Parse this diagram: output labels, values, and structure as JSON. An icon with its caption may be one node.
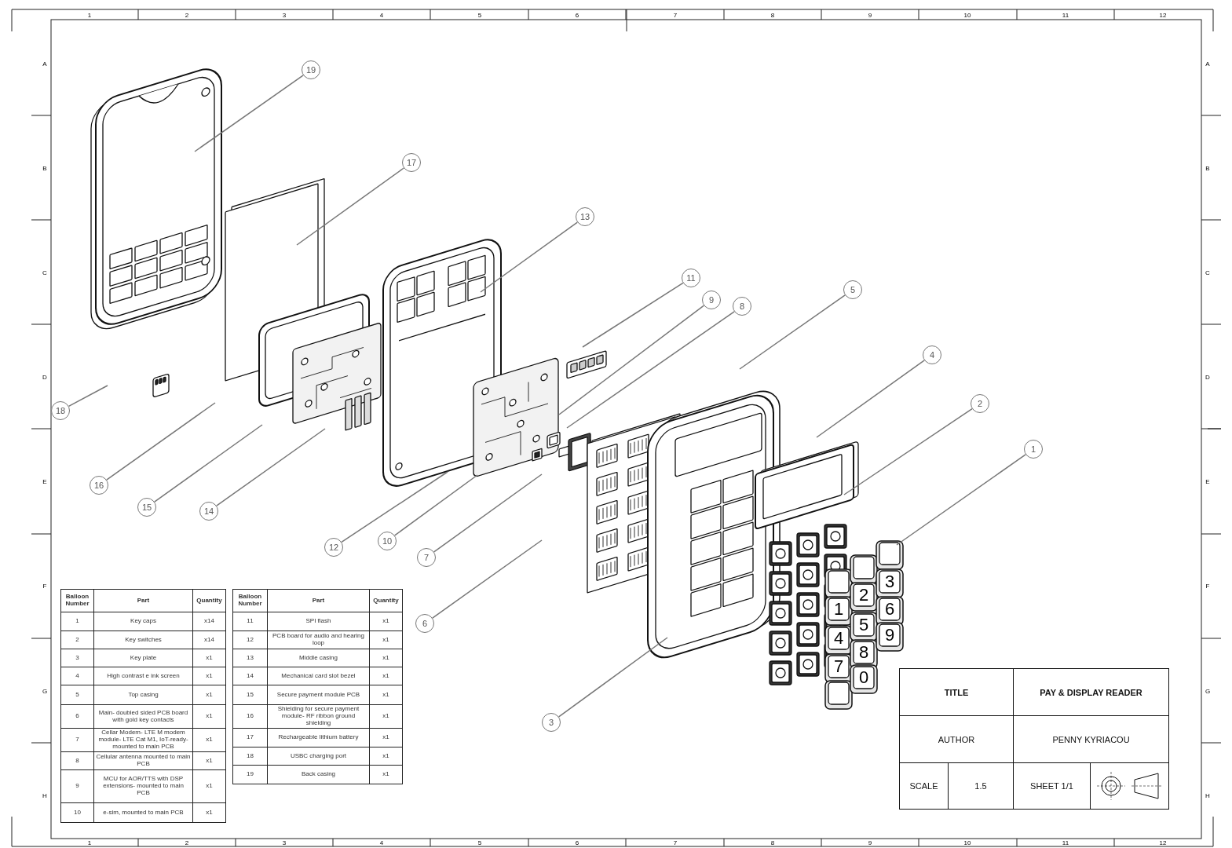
{
  "diagram": {
    "nodes": [
      {
        "text": [
          "19"
        ]
      },
      {
        "text": [
          "17"
        ]
      },
      {
        "text": [
          "13"
        ]
      },
      {
        "text": [
          "11"
        ]
      },
      {
        "text": [
          "5"
        ]
      },
      {
        "text": [
          "9"
        ]
      },
      {
        "text": [
          "8"
        ]
      },
      {
        "text": [
          "4"
        ]
      },
      {
        "text": [
          "2"
        ]
      },
      {
        "text": [
          "18"
        ]
      },
      {
        "text": [
          "1"
        ]
      },
      {
        "text": [
          "16"
        ]
      },
      {
        "text": [
          "15"
        ]
      },
      {
        "text": [
          "14"
        ]
      },
      {
        "text": [
          "10"
        ]
      },
      {
        "text": [
          "12"
        ]
      },
      {
        "text": [
          "7"
        ]
      },
      {
        "text": [
          "6"
        ]
      },
      {
        "text": [
          "3"
        ]
      }
    ],
    "edges": [
      {
        "from": 0,
        "to": null,
        "arrow": "none"
      },
      {
        "from": 1,
        "to": null,
        "arrow": "none"
      },
      {
        "from": 2,
        "to": null,
        "arrow": "none"
      },
      {
        "from": 3,
        "to": null,
        "arrow": "none"
      },
      {
        "from": 4,
        "to": null,
        "arrow": "none"
      },
      {
        "from": 5,
        "to": null,
        "arrow": "none"
      },
      {
        "from": 6,
        "to": null,
        "arrow": "none"
      },
      {
        "from": 7,
        "to": null,
        "arrow": "none"
      },
      {
        "from": 8,
        "to": null,
        "arrow": "none"
      },
      {
        "from": 9,
        "to": null,
        "arrow": "none"
      },
      {
        "from": 10,
        "to": null,
        "arrow": "none"
      },
      {
        "from": 11,
        "to": null,
        "arrow": "none"
      },
      {
        "from": 12,
        "to": null,
        "arrow": "none"
      },
      {
        "from": 13,
        "to": null,
        "arrow": "none"
      },
      {
        "from": 14,
        "to": null,
        "arrow": "none"
      },
      {
        "from": 15,
        "to": null,
        "arrow": "none"
      },
      {
        "from": 16,
        "to": null,
        "arrow": "none"
      },
      {
        "from": 17,
        "to": null,
        "arrow": "none"
      },
      {
        "from": 18,
        "to": null,
        "arrow": "none"
      }
    ],
    "labels": [
      "1",
      "2",
      "3",
      "4",
      "5",
      "6",
      "7",
      "8",
      "9",
      "10",
      "11",
      "12",
      "1",
      "2",
      "3",
      "4",
      "5",
      "6",
      "7",
      "8",
      "9",
      "10",
      "11",
      "12",
      "A",
      "B",
      "C",
      "D",
      "E",
      "F",
      "G",
      "H",
      "A",
      "B",
      "C",
      "D",
      "E",
      "F",
      "G",
      "H",
      "Balloon Number",
      "Part",
      "Quantity",
      "1",
      "Key caps",
      "x14",
      "2",
      "Key switches",
      "x14",
      "3",
      "Key plate",
      "x1",
      "4",
      "High contrast e ink screen",
      "x1",
      "5",
      "Top casing",
      "x1",
      "6",
      "Main- doubled sided PCB board with gold key contacts",
      "x1",
      "7",
      "Cellar Modem- LTE M modem module- LTE Cat M1, IoT-ready- mounted to main PCB",
      "x1",
      "8",
      "Cellular antenna mounted to main PCB",
      "x1",
      "9",
      "MCU for AOR/TTS with DSP extensions- mounted to main PCB",
      "x1",
      "10",
      "e-sim, mounted to main PCB",
      "x1",
      "Balloon Number",
      "Part",
      "Quantity",
      "11",
      "SPI flash",
      "x1",
      "12",
      "PCB board for audio and hearing loop",
      "x1",
      "13",
      "Middle casing",
      "x1",
      "14",
      "Mechanical card slot bezel",
      "x1",
      "15",
      "Secure payment module PCB",
      "x1",
      "16",
      "Shielding for secure payment module- RF ribbon ground shielding",
      "x1",
      "17",
      "Rechargeable lithium battery",
      "x1",
      "18",
      "USBC charging port",
      "x1",
      "19",
      "Back casing",
      "x1",
      "TITLE",
      "PAY & DISPLAY READER",
      "AUTHOR",
      "PENNY KYRIACOU",
      "SCALE",
      "1.5",
      "SHEET 1/1",
      "1",
      "2",
      "3",
      "4",
      "5",
      "6",
      "7",
      "8",
      "9",
      "0"
    ]
  }
}
